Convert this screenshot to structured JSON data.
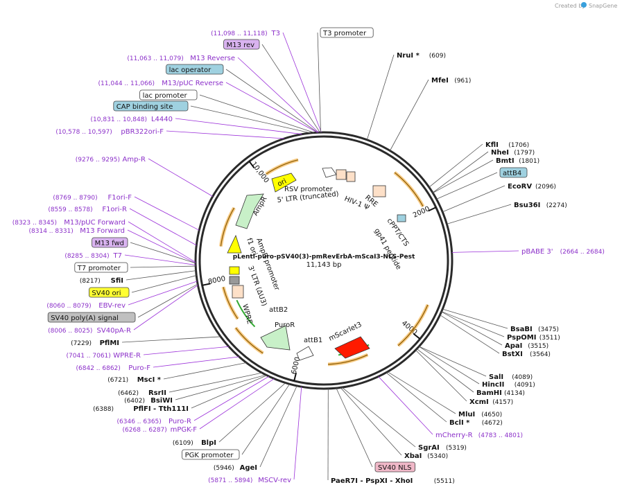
{
  "branding": {
    "created_by": "Created by",
    "product": "SnapGene"
  },
  "plasmid": {
    "name": "pLenti-puro-pSV40(3)-pmRevErbA-mScaI3-NLS-Pest",
    "length_text": "11,143 bp",
    "length_bp": 11143
  },
  "ticks": [
    {
      "bp": 2000,
      "label": "2000"
    },
    {
      "bp": 4000,
      "label": "4000"
    },
    {
      "bp": 6000,
      "label": "6000"
    },
    {
      "bp": 8000,
      "label": "8000"
    },
    {
      "bp": 10000,
      "label": "10,000"
    }
  ],
  "labels": [
    {
      "name": "T3",
      "pos": "(11,098 .. 11,118)",
      "kind": "feature",
      "bp": 11108
    },
    {
      "name": "T3 promoter",
      "pos": "",
      "kind": "box",
      "fill": "#ffffff",
      "bp": 11100
    },
    {
      "name": "M13 rev",
      "pos": "",
      "kind": "box",
      "fill": "#d9b3f0",
      "bp": 11090
    },
    {
      "name": "M13 Reverse",
      "pos": "(11,063 .. 11,079)",
      "kind": "feature",
      "bp": 11071
    },
    {
      "name": "lac operator",
      "pos": "",
      "kind": "box",
      "fill": "#9fd1e0",
      "bp": 11060
    },
    {
      "name": "M13/pUC Reverse",
      "pos": "(11,044 .. 11,066)",
      "kind": "feature",
      "bp": 11055
    },
    {
      "name": "lac promoter",
      "pos": "",
      "kind": "box",
      "fill": "#ffffff",
      "bp": 11010
    },
    {
      "name": "CAP binding site",
      "pos": "",
      "kind": "box",
      "fill": "#9fd1e0",
      "bp": 10960
    },
    {
      "name": "L4440",
      "pos": "(10,831 .. 10,848)",
      "kind": "feature",
      "bp": 10840
    },
    {
      "name": "pBR322ori-F",
      "pos": "(10,578 .. 10,597)",
      "kind": "feature",
      "bp": 10588
    },
    {
      "name": "Amp-R",
      "pos": "(9276 .. 9295)",
      "kind": "feature",
      "bp": 9286
    },
    {
      "name": "F1ori-F",
      "pos": "(8769 .. 8790)",
      "kind": "feature",
      "bp": 8780
    },
    {
      "name": "F1ori-R",
      "pos": "(8559 .. 8578)",
      "kind": "feature",
      "bp": 8569
    },
    {
      "name": "M13/pUC Forward",
      "pos": "(8323 .. 8345)",
      "kind": "feature",
      "bp": 8334
    },
    {
      "name": "M13 Forward",
      "pos": "(8314 .. 8331)",
      "kind": "feature",
      "bp": 8322
    },
    {
      "name": "M13 fwd",
      "pos": "",
      "kind": "box",
      "fill": "#d9b3f0",
      "bp": 8320
    },
    {
      "name": "T7",
      "pos": "(8285 .. 8304)",
      "kind": "feature",
      "bp": 8295
    },
    {
      "name": "T7 promoter",
      "pos": "",
      "kind": "box",
      "fill": "#ffffff",
      "bp": 8280
    },
    {
      "name": "SfiI",
      "pos": "(8217)",
      "kind": "site",
      "bp": 8217
    },
    {
      "name": "SV40 ori",
      "pos": "",
      "kind": "box",
      "fill": "#ffff33",
      "bp": 8150
    },
    {
      "name": "EBV-rev",
      "pos": "(8060 .. 8079)",
      "kind": "feature",
      "bp": 8070
    },
    {
      "name": "SV40 poly(A) signal",
      "pos": "",
      "kind": "box",
      "fill": "#c0c0c0",
      "bp": 8030
    },
    {
      "name": "SV40pA-R",
      "pos": "(8006 .. 8025)",
      "kind": "feature",
      "bp": 8016
    },
    {
      "name": "PflMI",
      "pos": "(7229)",
      "kind": "site",
      "bp": 7229
    },
    {
      "name": "WPRE-R",
      "pos": "(7041 .. 7061)",
      "kind": "feature",
      "bp": 7051
    },
    {
      "name": "Puro-F",
      "pos": "(6842 .. 6862)",
      "kind": "feature",
      "bp": 6852
    },
    {
      "name": "MscI *",
      "pos": "(6721)",
      "kind": "site",
      "bp": 6721
    },
    {
      "name": "RsrII",
      "pos": "(6462)",
      "kind": "site",
      "bp": 6462
    },
    {
      "name": "BsiWI",
      "pos": "(6402)",
      "kind": "site",
      "bp": 6402
    },
    {
      "name": "PflFI - Tth111I",
      "pos": "(6388)",
      "kind": "site",
      "bp": 6388
    },
    {
      "name": "Puro-R",
      "pos": "(6346 .. 6365)",
      "kind": "feature",
      "bp": 6355
    },
    {
      "name": "mPGK-F",
      "pos": "(6268 .. 6287)",
      "kind": "feature",
      "bp": 6277
    },
    {
      "name": "BlpI",
      "pos": "(6109)",
      "kind": "site",
      "bp": 6109
    },
    {
      "name": "PGK promoter",
      "pos": "",
      "kind": "box",
      "fill": "#ffffff",
      "bp": 6050
    },
    {
      "name": "AgeI",
      "pos": "(5946)",
      "kind": "site",
      "bp": 5946
    },
    {
      "name": "MSCV-rev",
      "pos": "(5871 .. 5894)",
      "kind": "feature",
      "bp": 5882
    },
    {
      "name": "PaeR7I - PspXI - XhoI",
      "pos": "(5511)",
      "kind": "site",
      "bp": 5511
    },
    {
      "name": "SV40 NLS",
      "pos": "",
      "kind": "box",
      "fill": "#f0b8c8",
      "bp": 5400
    },
    {
      "name": "XbaI",
      "pos": "(5340)",
      "kind": "site",
      "bp": 5340
    },
    {
      "name": "SgrAI",
      "pos": "(5319)",
      "kind": "site",
      "bp": 5319
    },
    {
      "name": "mCherry-R",
      "pos": "(4783 .. 4801)",
      "kind": "feature",
      "bp": 4792
    },
    {
      "name": "BclI *",
      "pos": "(4672)",
      "kind": "site",
      "bp": 4672
    },
    {
      "name": "MluI",
      "pos": "(4650)",
      "kind": "site",
      "bp": 4650
    },
    {
      "name": "XcmI",
      "pos": "(4157)",
      "kind": "site",
      "bp": 4157
    },
    {
      "name": "BamHI",
      "pos": "(4134)",
      "kind": "site",
      "bp": 4134
    },
    {
      "name": "HincII",
      "pos": "(4091)",
      "kind": "site",
      "bp": 4091
    },
    {
      "name": "SalI",
      "pos": "(4089)",
      "kind": "site",
      "bp": 4089
    },
    {
      "name": "BstXI",
      "pos": "(3564)",
      "kind": "site",
      "bp": 3564
    },
    {
      "name": "ApaI",
      "pos": "(3515)",
      "kind": "site",
      "bp": 3515
    },
    {
      "name": "PspOMI",
      "pos": "(3511)",
      "kind": "site",
      "bp": 3511
    },
    {
      "name": "BsaBI",
      "pos": "(3475)",
      "kind": "site",
      "bp": 3475
    },
    {
      "name": "pBABE 3'",
      "pos": "(2664 .. 2684)",
      "kind": "feature",
      "bp": 2674
    },
    {
      "name": "Bsu36I",
      "pos": "(2274)",
      "kind": "site",
      "bp": 2274
    },
    {
      "name": "EcoRV",
      "pos": "(2096)",
      "kind": "site",
      "bp": 2096
    },
    {
      "name": "attB4",
      "pos": "",
      "kind": "box",
      "fill": "#9fd1e0",
      "bp": 1900
    },
    {
      "name": "BmtI",
      "pos": "(1801)",
      "kind": "site",
      "bp": 1801
    },
    {
      "name": "NheI",
      "pos": "(1797)",
      "kind": "site",
      "bp": 1797
    },
    {
      "name": "KflI",
      "pos": "(1706)",
      "kind": "site",
      "bp": 1706
    },
    {
      "name": "MfeI",
      "pos": "(961)",
      "kind": "site",
      "bp": 961
    },
    {
      "name": "NruI *",
      "pos": "(609)",
      "kind": "site",
      "bp": 609
    }
  ],
  "inner_labels": [
    {
      "text": "RSV promoter"
    },
    {
      "text": "5' LTR (truncated)"
    },
    {
      "text": "HIV-1 Ψ"
    },
    {
      "text": "RRE"
    },
    {
      "text": "cPPT/CTS"
    },
    {
      "text": "gp41 peptide"
    },
    {
      "text": "ori"
    },
    {
      "text": "AmpR"
    },
    {
      "text": "AmpR promoter"
    },
    {
      "text": "f1 ori"
    },
    {
      "text": "3' LTR (ΔU3)"
    },
    {
      "text": "attB2"
    },
    {
      "text": "PuroR"
    },
    {
      "text": "WPRE"
    },
    {
      "text": "attB1"
    },
    {
      "text": "mScarlet3"
    }
  ],
  "colors": {
    "backbone": "#2a2a2a",
    "feature_line": "#9b30d9",
    "site_line": "#555555",
    "orange_arc": "#f0a020",
    "ori": "#ffff00",
    "ampr": "#c8f0c8",
    "mscarlet": "#ff1a00",
    "promoter_box": "#fde0c8",
    "green_arrow": "#33aa33"
  }
}
